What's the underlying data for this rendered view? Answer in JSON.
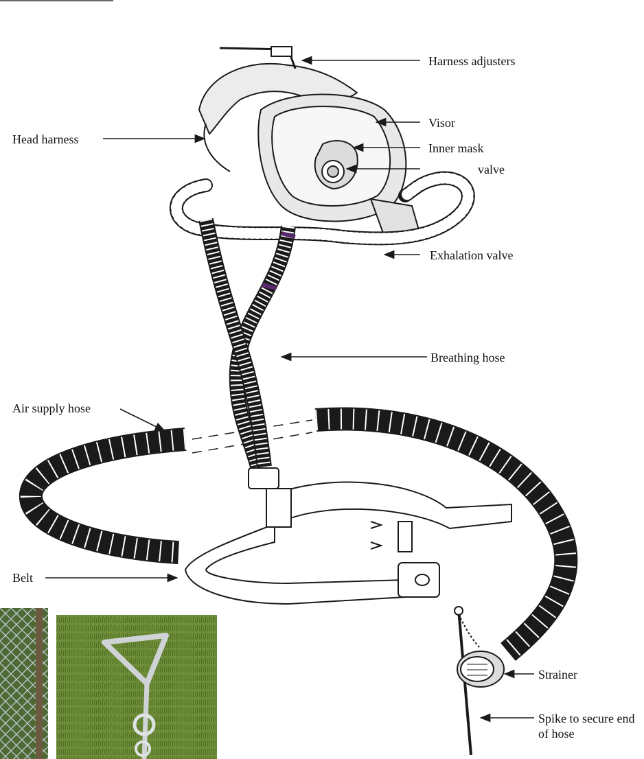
{
  "labels": {
    "harness_adjusters": "Harness adjusters",
    "visor": "Visor",
    "head_harness": "Head harness",
    "inner_mask": "Inner mask",
    "valve": "valve",
    "exhalation_valve": "Exhalation valve",
    "breathing_hose": "Breathing hose",
    "air_supply_hose": "Air supply hose",
    "belt": "Belt",
    "strainer": "Strainer",
    "spike": "Spike to secure end of hose"
  },
  "colors": {
    "line": "#1a1a1a",
    "hose_accent": "#5a2a6a",
    "grass": "#6f8f3a",
    "fence": "#8c9aa0"
  }
}
